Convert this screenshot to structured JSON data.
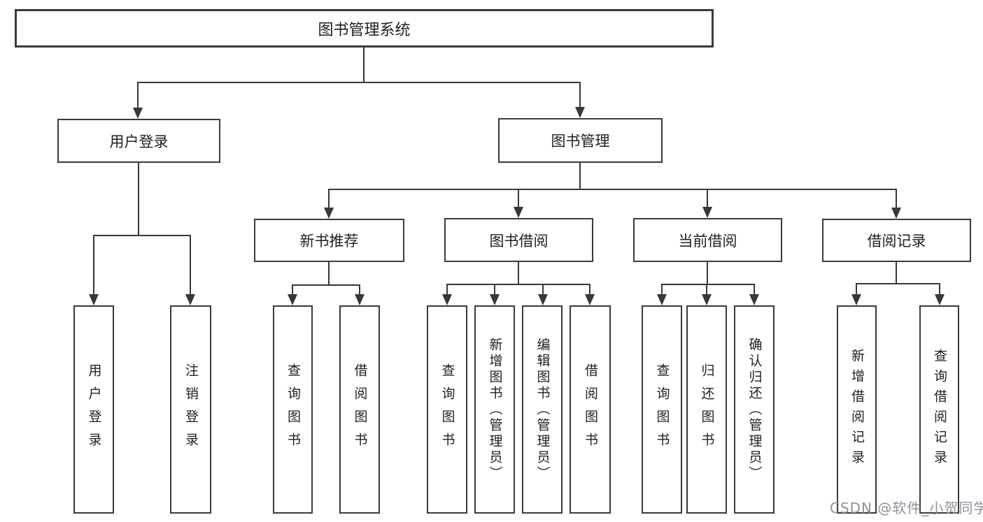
{
  "tree": {
    "label": "图书管理系统",
    "children": [
      {
        "label": "用户登录",
        "children": [
          {
            "label": "用户登录"
          },
          {
            "label": "注销登录"
          }
        ]
      },
      {
        "label": "图书管理",
        "children": [
          {
            "label": "新书推荐",
            "children": [
              {
                "label": "查询图书"
              },
              {
                "label": "借阅图书"
              }
            ]
          },
          {
            "label": "图书借阅",
            "children": [
              {
                "label": "查询图书"
              },
              {
                "label": "新增图书（管理员）"
              },
              {
                "label": "编辑图书（管理员）"
              },
              {
                "label": "借阅图书"
              }
            ]
          },
          {
            "label": "当前借阅",
            "children": [
              {
                "label": "查询图书"
              },
              {
                "label": "归还图书"
              },
              {
                "label": "确认归还（管理员）"
              }
            ]
          },
          {
            "label": "借阅记录",
            "children": [
              {
                "label": "新增借阅记录"
              },
              {
                "label": "查询借阅记录"
              }
            ]
          }
        ]
      }
    ]
  },
  "watermark": "CSDN @软件_小贺同学",
  "colors": {
    "line": "#383838",
    "border": "#3a3a3a",
    "text": "#1f1f1f",
    "watermark_gray": "#8c929b",
    "background": "#ffffff"
  }
}
